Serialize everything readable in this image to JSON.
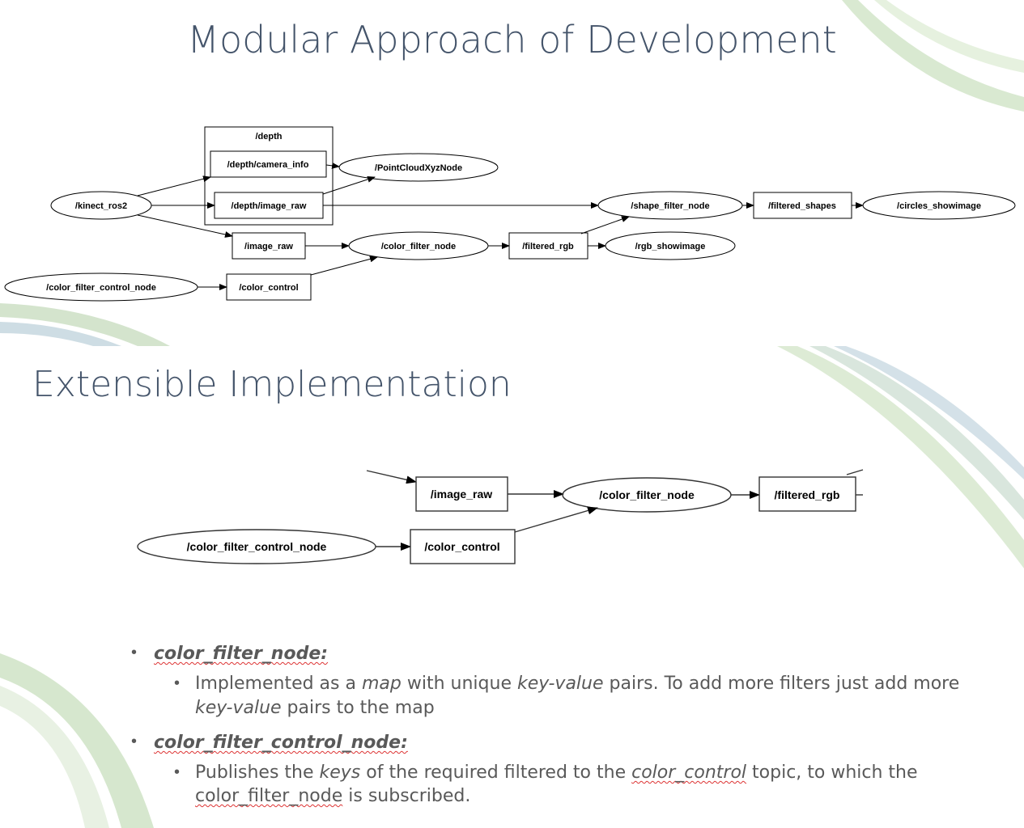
{
  "slide1": {
    "title": "Modular Approach of Development",
    "diagram": {
      "cluster": "/depth",
      "nodes": {
        "kinect": "/kinect_ros2",
        "camera_info": "/depth/camera_info",
        "depth_image_raw": "/depth/image_raw",
        "pointcloud": "/PointCloudXyzNode",
        "shape_filter": "/shape_filter_node",
        "filtered_shapes": "/filtered_shapes",
        "circles_showimage": "/circles_showimage",
        "image_raw": "/image_raw",
        "color_filter": "/color_filter_node",
        "filtered_rgb": "/filtered_rgb",
        "rgb_showimage": "/rgb_showimage",
        "color_filter_control": "/color_filter_control_node",
        "color_control": "/color_control"
      }
    }
  },
  "slide2": {
    "title": "Extensible Implementation",
    "diagram": {
      "image_raw": "/image_raw",
      "color_filter": "/color_filter_node",
      "filtered_rgb": "/filtered_rgb",
      "color_filter_control": "/color_filter_control_node",
      "color_control": "/color_control"
    },
    "bullets": {
      "b1_head": "color_filter_node:",
      "b1_sub_a": "Implemented as a ",
      "b1_sub_b": "map",
      "b1_sub_c": " with unique ",
      "b1_sub_d": "key-value",
      "b1_sub_e": " pairs. To add more filters just add more",
      "b1_sub2_a": "key-value",
      "b1_sub2_b": " pairs to the map",
      "b2_head": "color_filter_control_node:",
      "b2_sub_a": "Publishes the ",
      "b2_sub_b": "keys",
      "b2_sub_c": " of the required filtered to the ",
      "b2_sub_d": "color_control",
      "b2_sub_e": " topic, to which the",
      "b2_sub2_a": "color_filter_node",
      "b2_sub2_b": " is subscribed."
    }
  },
  "colors": {
    "title": "#44546a",
    "body_text": "#595959",
    "deco_green": "#a8cf9a",
    "deco_blue": "#9fbfcf"
  }
}
